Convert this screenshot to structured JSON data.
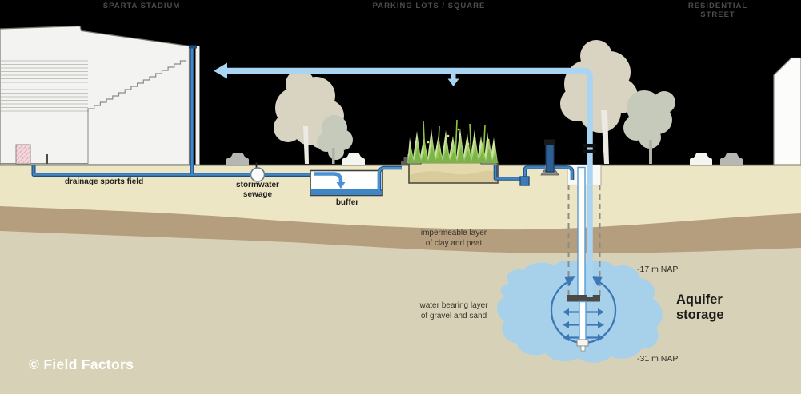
{
  "header": {
    "stadium": "SPARTA STADIUM",
    "parking": "PARKING LOTS / SQUARE",
    "street": "RESIDENTIAL STREET"
  },
  "labels": {
    "drainage": "drainage sports field",
    "stormwater": "stormwater\nsewage",
    "buffer": "buffer",
    "impermeable": "impermeable layer\nof clay and peat",
    "water_bearing": "water bearing layer\nof gravel and sand",
    "nap_top": "-17 m NAP",
    "nap_bottom": "-31 m NAP",
    "aquifer": "Aquifer\nstorage"
  },
  "watermark": "© Field Factors",
  "colors": {
    "pipe_light_blue": "#a9d5f3",
    "pipe_blue": "#4586c6",
    "pipe_outline": "#1e4e7d",
    "pump_blue": "#2d5f94",
    "water_blue": "#3f86c8",
    "soil_top": "#ece6c4",
    "clay_layer": "#b49e7d",
    "soil_deep": "#d7d2b7",
    "aquifer_blue": "#a7d1ea",
    "tree_beige": "#d9d4c2",
    "tree_green": "#c5cabb",
    "building_fill": "#f3f3f1"
  }
}
